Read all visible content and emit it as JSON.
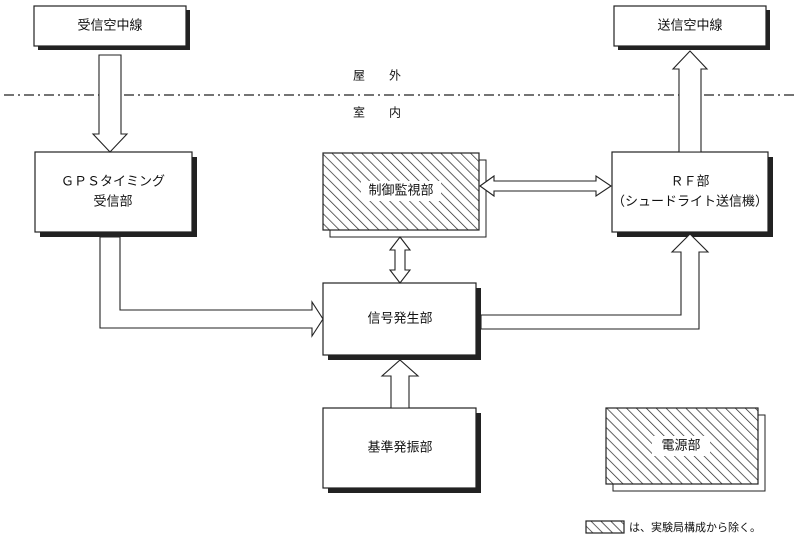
{
  "zones": {
    "outdoor": "屋　外",
    "indoor": "室　内"
  },
  "blocks": {
    "rx_antenna": "受信空中線",
    "tx_antenna": "送信空中線",
    "gps_line1": "ＧＰＳタイミング",
    "gps_line2": "受信部",
    "control": "制御監視部",
    "rf_line1": "ＲＦ部",
    "rf_line2": "（シュードライト送信機）",
    "signal_gen": "信号発生部",
    "ref_osc": "基準発振部",
    "power": "電源部"
  },
  "legend": {
    "text": "は、実験局構成から除く。"
  }
}
